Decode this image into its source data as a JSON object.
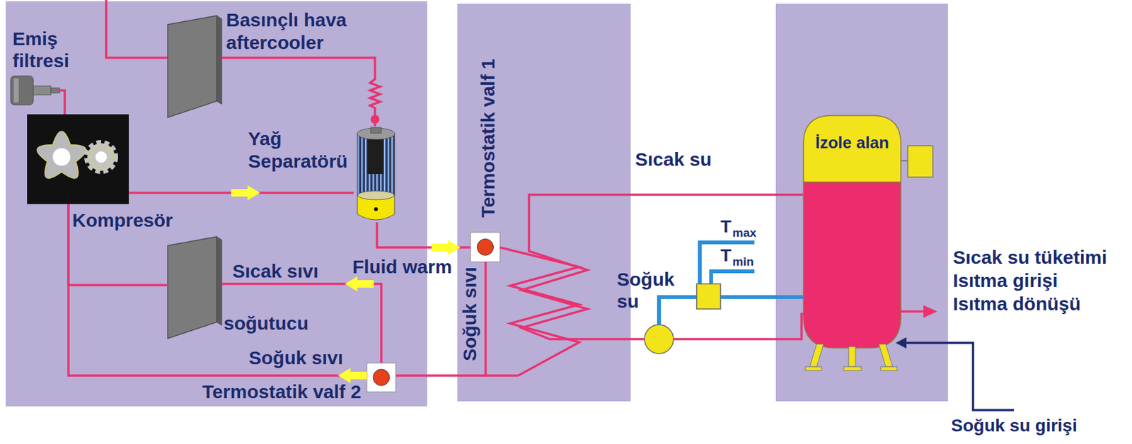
{
  "diagram": {
    "nodes": [
      {
        "text": [
          "Emiş filtresi"
        ]
      },
      {
        "text": [
          "Basınçlı hava aftercooler"
        ]
      },
      {
        "text": [
          "Yağ Separatörü"
        ]
      },
      {
        "text": [
          "Kompresör"
        ]
      },
      {
        "text": [
          "Termostatik valf 1"
        ]
      },
      {
        "text": [
          "soğutucu"
        ]
      },
      {
        "text": [
          "Termostatik valf 2"
        ]
      },
      {
        "text": [
          "İzole alan"
        ]
      }
    ],
    "edges": [
      {
        "from": 0,
        "to": 3,
        "arrow": "none"
      },
      {
        "from": 3,
        "to": 2,
        "arrow": "to"
      },
      {
        "from": 2,
        "to": 1,
        "arrow": "none"
      },
      {
        "from": 2,
        "to": 4,
        "arrow": "to",
        "label": "Fluid warm"
      },
      {
        "from": 4,
        "to": 6,
        "arrow": "none",
        "label": "Soğuk sıvı"
      },
      {
        "from": 6,
        "to": 5,
        "arrow": "to",
        "label": "Sıcak sıvı"
      },
      {
        "from": 6,
        "to": 3,
        "arrow": "to",
        "label": "Soğuk sıvı"
      },
      {
        "from": 5,
        "to": 3,
        "arrow": "none"
      }
    ],
    "labels": [
      "Sıcak su",
      "Soğuk su",
      "T",
      "max",
      "T",
      "min",
      "Sıcak su tüketimi",
      "Isıtma girişi",
      "Isıtma dönüşü",
      "Soğuk su girişi"
    ]
  }
}
